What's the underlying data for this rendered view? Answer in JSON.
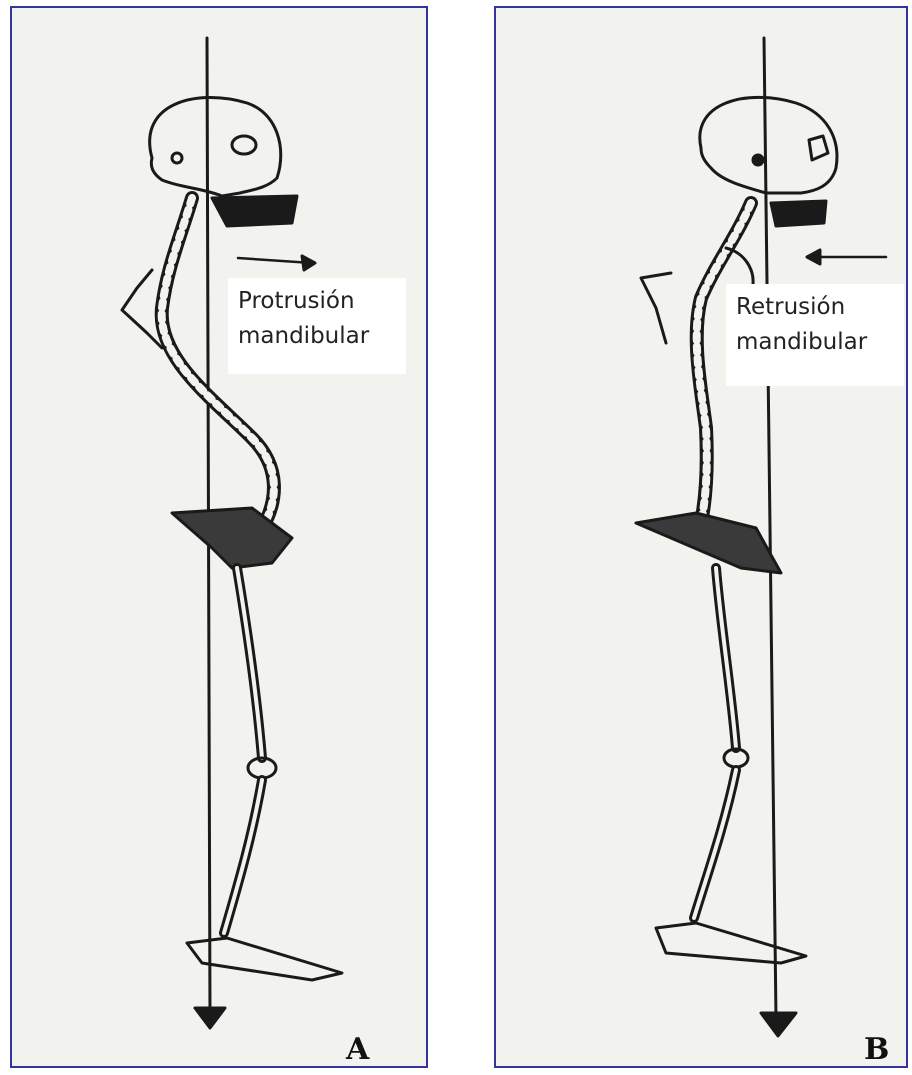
{
  "panels": [
    {
      "id": "A",
      "letter": "A",
      "label": "Protrusión\nmandibular",
      "arrow_direction": "right"
    },
    {
      "id": "B",
      "letter": "B",
      "label": "Retrusión\nmandibular",
      "arrow_direction": "left"
    }
  ],
  "colors": {
    "frame": "#33359a",
    "ink": "#1a1a1a",
    "paper": "#f2f2ee"
  }
}
